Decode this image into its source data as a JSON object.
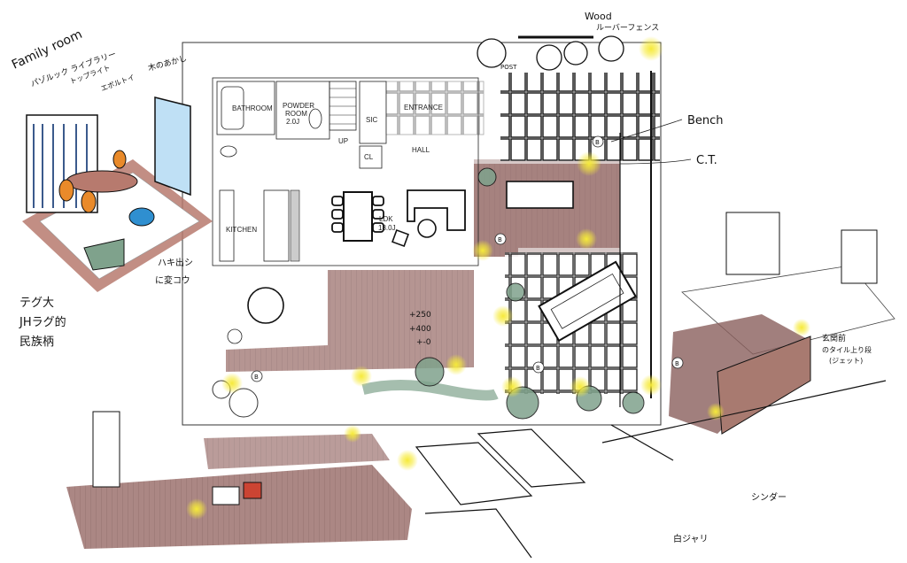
{
  "family_room": {
    "title": "Family room",
    "note1": "パゾルック ライブラリー",
    "note2": "トップライト",
    "note3": "エボルトイ",
    "note4": "木のあかし",
    "rug_note1": "テグ大",
    "rug_note2": "JHラグ的",
    "rug_note3": "民族柄",
    "deck_note1": "ハキ出シ",
    "deck_note2": "に変コウ"
  },
  "floor_plan": {
    "bathroom": "BATHROOM",
    "powder_room": "POWDER",
    "powder_room2": "ROOM",
    "powder_size": "2.0J",
    "up": "UP",
    "sic": "SIC",
    "cl": "CL",
    "entrance": "ENTRANCE",
    "hall": "HALL",
    "kitchen": "KITCHEN",
    "ldk": "LDK",
    "ldk_size": "18.0J"
  },
  "exterior": {
    "wood_fence1": "Wood",
    "wood_fence2": "ルーバーフェンス",
    "post": "POST",
    "bench": "Bench",
    "ct": "C.T.",
    "level1": "+250",
    "level2": "+400",
    "level3": "+-0",
    "tile_note1": "玄関前",
    "tile_note2": "のタイル上り段",
    "tile_note3": "(ジェット)",
    "gravel": "白ジャリ",
    "cinder": "シンダー",
    "marker": "B"
  },
  "colors": {
    "deck": "#8a5f5c",
    "light": "#f3e23a",
    "plant": "#7fa28c",
    "chair": "#e98a2a",
    "blue": "#2f8fd0"
  }
}
